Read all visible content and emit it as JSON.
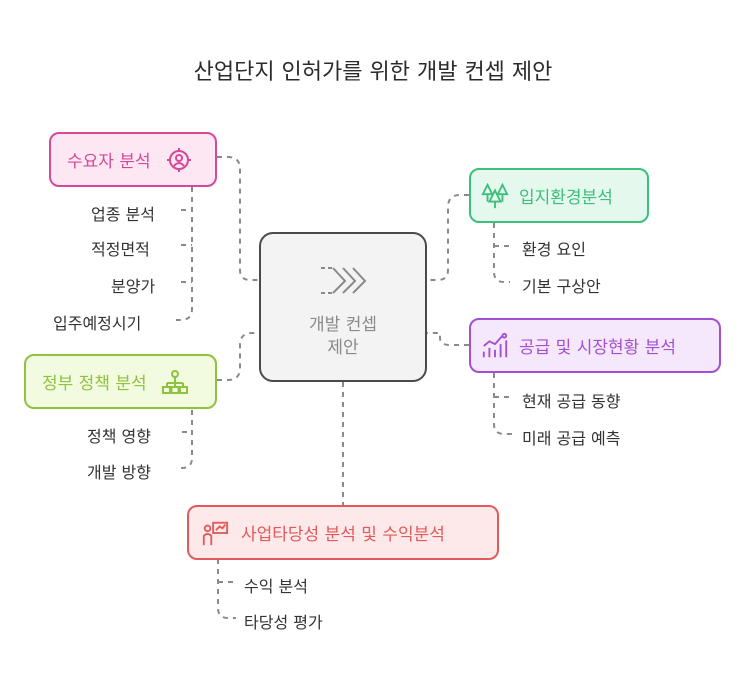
{
  "title": "산업단지 인허가를 위한 개발 컨셉 제안",
  "center": {
    "line1": "개발 컨셉",
    "line2": "제안"
  },
  "colors": {
    "pink": "#d7489a",
    "green": "#3cbf7a",
    "olive": "#8fc23e",
    "purple": "#a44fd0",
    "red": "#e35a5a",
    "gray": "#4a4a4a"
  },
  "nodes": {
    "demand": {
      "label": "수요자 분석",
      "icon": "target-user-icon",
      "items": [
        "업종 분석",
        "적정면적",
        "분양가",
        "입주예정시기"
      ]
    },
    "location": {
      "label": "입지환경분석",
      "icon": "trees-icon",
      "items": [
        "환경 요인",
        "기본 구상안"
      ]
    },
    "gov": {
      "label": "정부 정책 분석",
      "icon": "hierarchy-icon",
      "items": [
        "정책 영향",
        "개발 방향"
      ]
    },
    "supply": {
      "label": "공급 및 시장현황 분석",
      "icon": "growth-chart-icon",
      "items": [
        "현재 공급 동향",
        "미래 공급 예측"
      ]
    },
    "feasibility": {
      "label": "사업타당성 분석 및 수익분석",
      "icon": "presentation-icon",
      "items": [
        "수익 분석",
        "타당성 평가"
      ]
    }
  }
}
